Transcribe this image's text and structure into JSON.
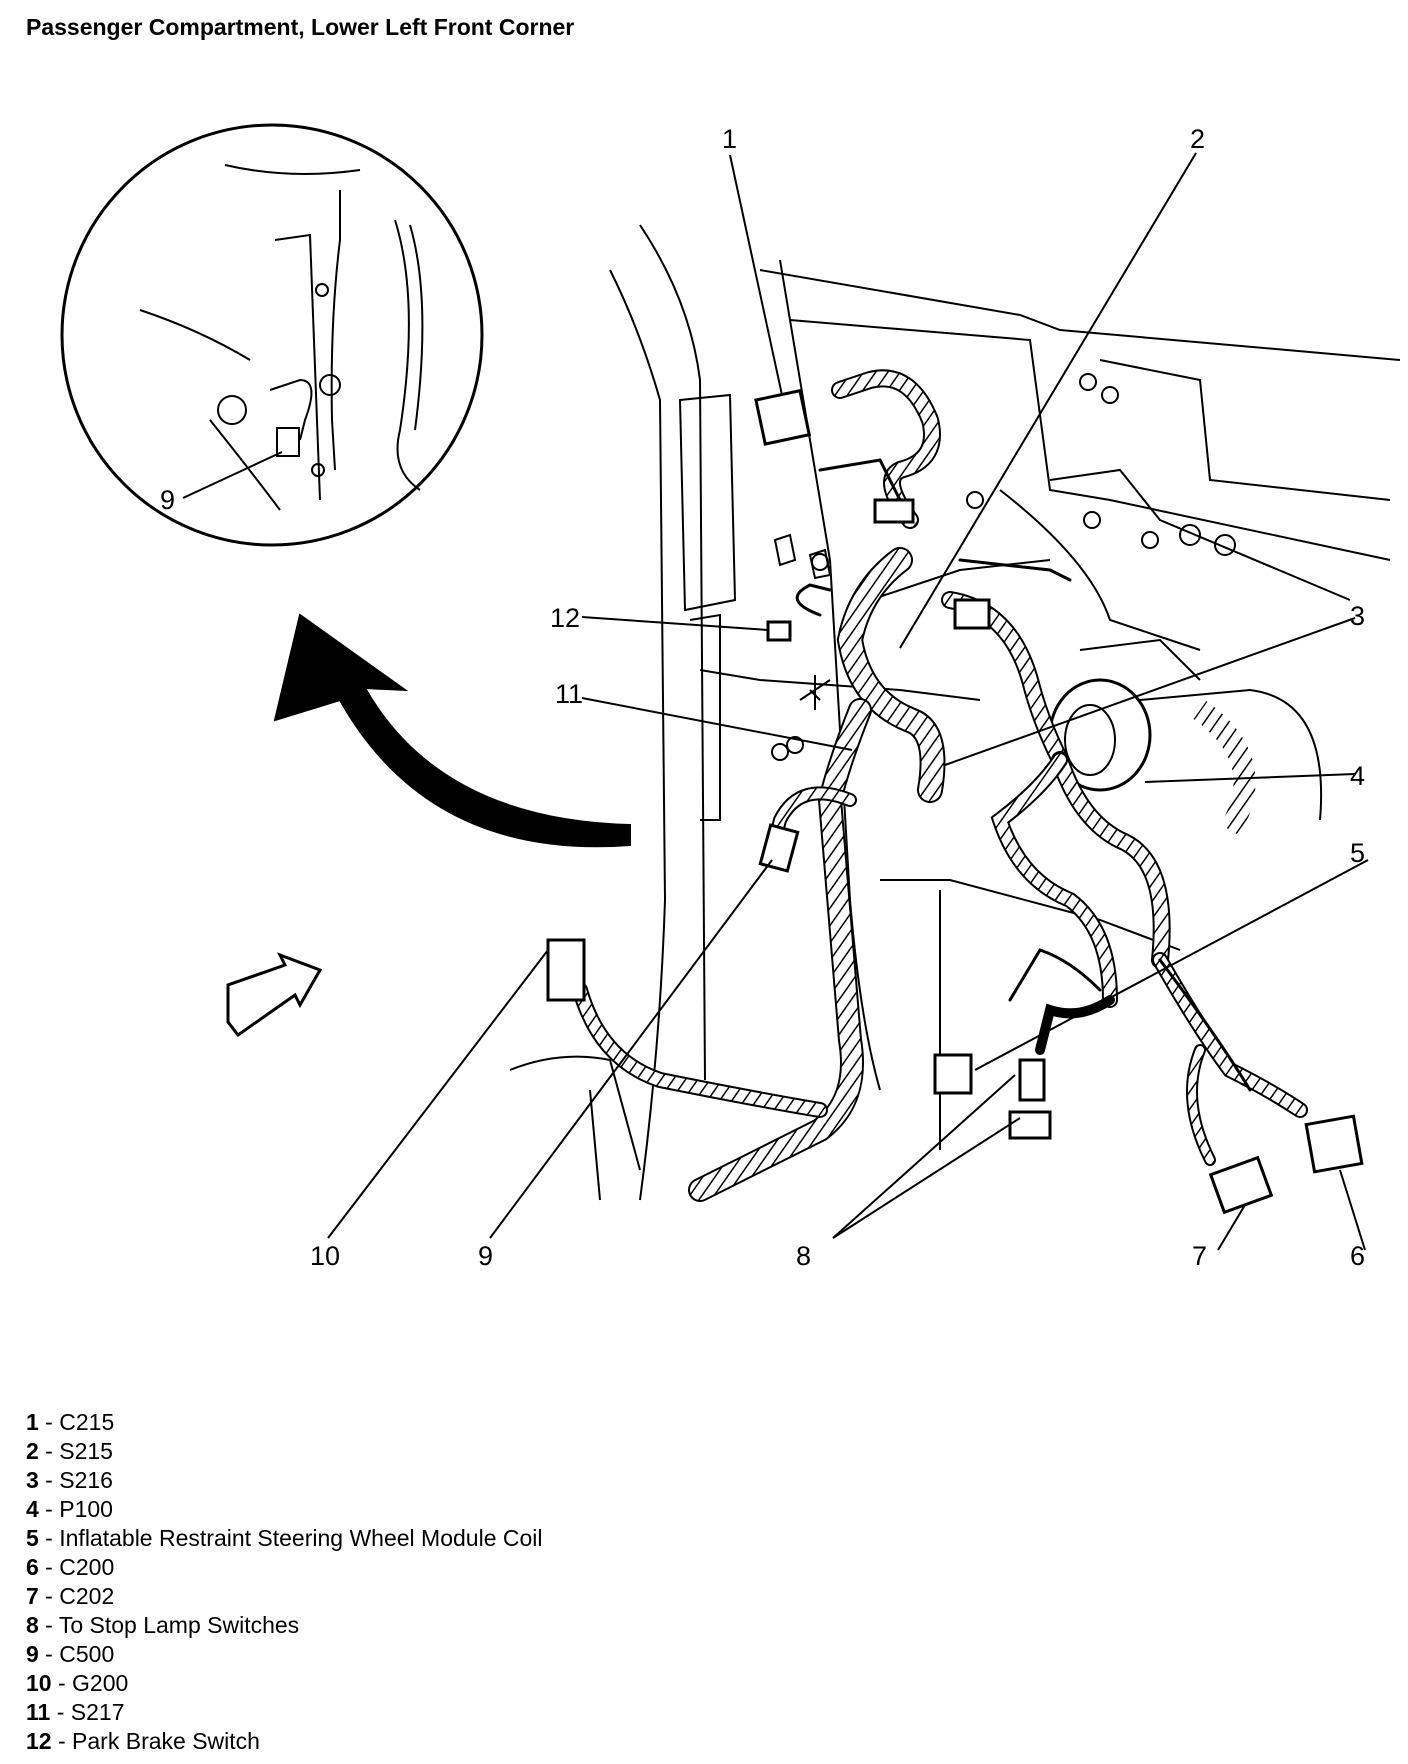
{
  "title": "Passenger Compartment, Lower Left Front Corner",
  "callouts": [
    {
      "num": "1",
      "label": "C215"
    },
    {
      "num": "2",
      "label": "S215"
    },
    {
      "num": "3",
      "label": "S216"
    },
    {
      "num": "4",
      "label": "P100"
    },
    {
      "num": "5",
      "label": "Inflatable Restraint Steering Wheel Module Coil"
    },
    {
      "num": "6",
      "label": "C200"
    },
    {
      "num": "7",
      "label": "C202"
    },
    {
      "num": "8",
      "label": "To Stop Lamp Switches"
    },
    {
      "num": "9",
      "label": "C500"
    },
    {
      "num": "10",
      "label": "G200"
    },
    {
      "num": "11",
      "label": "S217"
    },
    {
      "num": "12",
      "label": "Park Brake Switch"
    }
  ],
  "separator": " - ",
  "detail_callout": "9"
}
